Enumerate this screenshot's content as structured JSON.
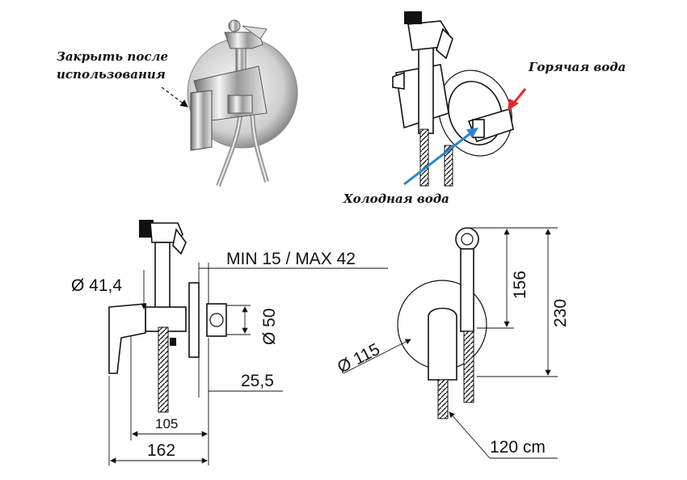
{
  "labels": {
    "close_after_use_line1": "Закрыть после",
    "close_after_use_line2": "использования",
    "hot_water": "Горячая вода",
    "cold_water": "Холодная вода"
  },
  "dimensions": {
    "diameter_small": "Ø 41,4",
    "wall_depth": "MIN 15 / MAX 42",
    "diameter_50": "Ø 50",
    "d25": "25,5",
    "d105": "105",
    "d162": "162",
    "diameter_115": "Ø 115",
    "d156": "156",
    "d230": "230",
    "hose_length": "120 cm"
  },
  "colors": {
    "hot_arrow": "#e8262b",
    "cold_arrow": "#2c86c7"
  }
}
